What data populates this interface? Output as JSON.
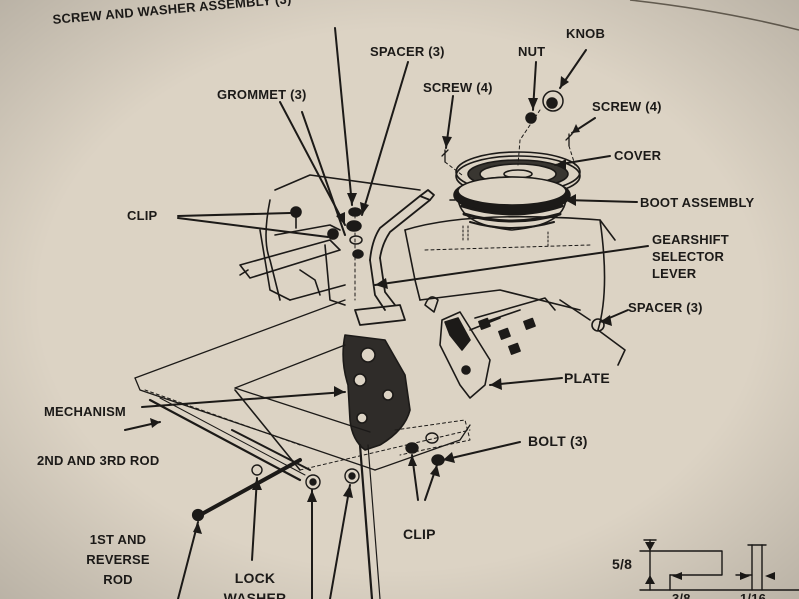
{
  "labels": {
    "screw_washer_assembly": "SCREW AND WASHER ASSEMBLY (3)",
    "knob": "KNOB",
    "nut": "NUT",
    "spacer_top": "SPACER (3)",
    "grommet": "GROMMET (3)",
    "screw_left": "SCREW (4)",
    "screw_right": "SCREW (4)",
    "cover": "COVER",
    "clip_upper": "CLIP",
    "boot_assembly": "BOOT ASSEMBLY",
    "gearshift_line1": "GEARSHIFT",
    "gearshift_line2": "SELECTOR",
    "gearshift_line3": "LEVER",
    "spacer_right": "SPACER (3)",
    "plate": "PLATE",
    "mechanism": "MECHANISM",
    "bolt": "BOLT (3)",
    "rod_2nd_3rd": "2ND AND 3RD ROD",
    "clip_lower": "CLIP",
    "rod_1st_line1": "1ST AND",
    "rod_1st_line2": "REVERSE",
    "rod_1st_line3": "ROD",
    "lock_washer_line1": "LOCK",
    "lock_washer_line2": "WASHER",
    "dim_5_8": "5/8",
    "dim_partial_1": "3/8",
    "dim_partial_2": "1/16"
  },
  "colors": {
    "paper": "#dcd3c4",
    "ink": "#1c1a18"
  }
}
